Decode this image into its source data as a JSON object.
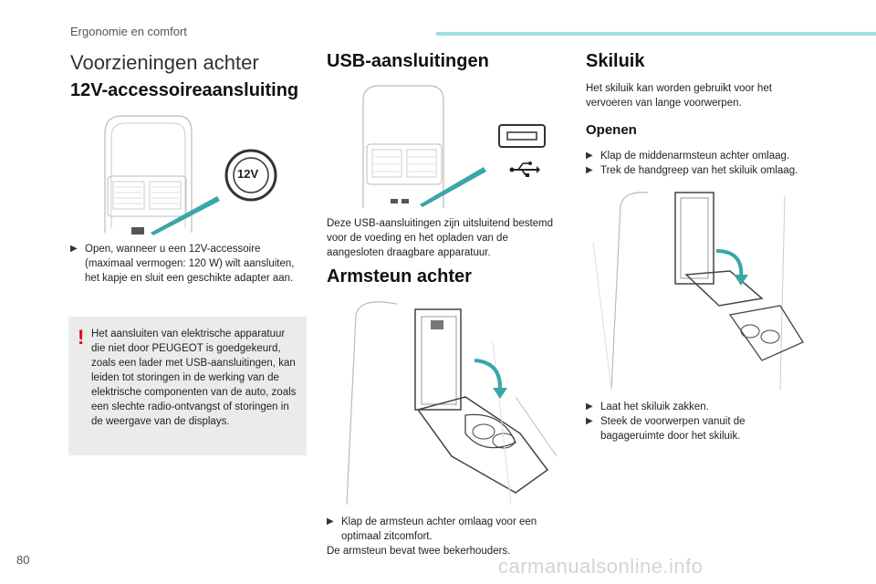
{
  "header": {
    "section": "Ergonomie en comfort",
    "accent_color": "#9fdde0"
  },
  "page_title": "Voorzieningen achter",
  "col1": {
    "heading": "12V-accessoireaansluiting",
    "illustration_label": "12V",
    "bullet": "Open, wanneer u een 12V-accessoire (maximaal vermogen: 120 W) wilt aansluiten, het kapje en sluit een geschikte adapter aan.",
    "warning_mark": "!",
    "warning_text": "Het aansluiten van elektrische apparatuur die niet door PEUGEOT is goedgekeurd, zoals een lader met USB-aansluitingen, kan leiden tot storingen in de werking van de elektrische componenten van de auto, zoals een slechte radio-ontvangst of storingen in de weergave van de displays."
  },
  "col2": {
    "usb_heading": "USB-aansluitingen",
    "usb_text": "Deze USB-aansluitingen zijn uitsluitend bestemd voor de voeding en het opladen van de aangesloten draagbare apparatuur.",
    "arm_heading": "Armsteun achter",
    "arm_bullet": "Klap de armsteun achter omlaag voor een optimaal zitcomfort.",
    "arm_text": "De armsteun bevat twee bekerhouders."
  },
  "col3": {
    "ski_heading": "Skiluik",
    "ski_text": "Het skiluik kan worden gebruikt voor het vervoeren van lange voorwerpen.",
    "open_heading": "Openen",
    "open_bullets": [
      "Klap de middenarmsteun achter omlaag.",
      "Trek de handgreep van het skiluik omlaag."
    ],
    "after_bullets": [
      "Laat het skiluik zakken.",
      "Steek de voorwerpen vanuit de bagageruimte door het skiluik."
    ]
  },
  "footer": {
    "page_number": "80",
    "watermark": "carmanualsonline.info"
  },
  "icons": {
    "bullet": "bullet-marker-icon",
    "usb": "usb-icon",
    "warning": "warning-icon"
  }
}
